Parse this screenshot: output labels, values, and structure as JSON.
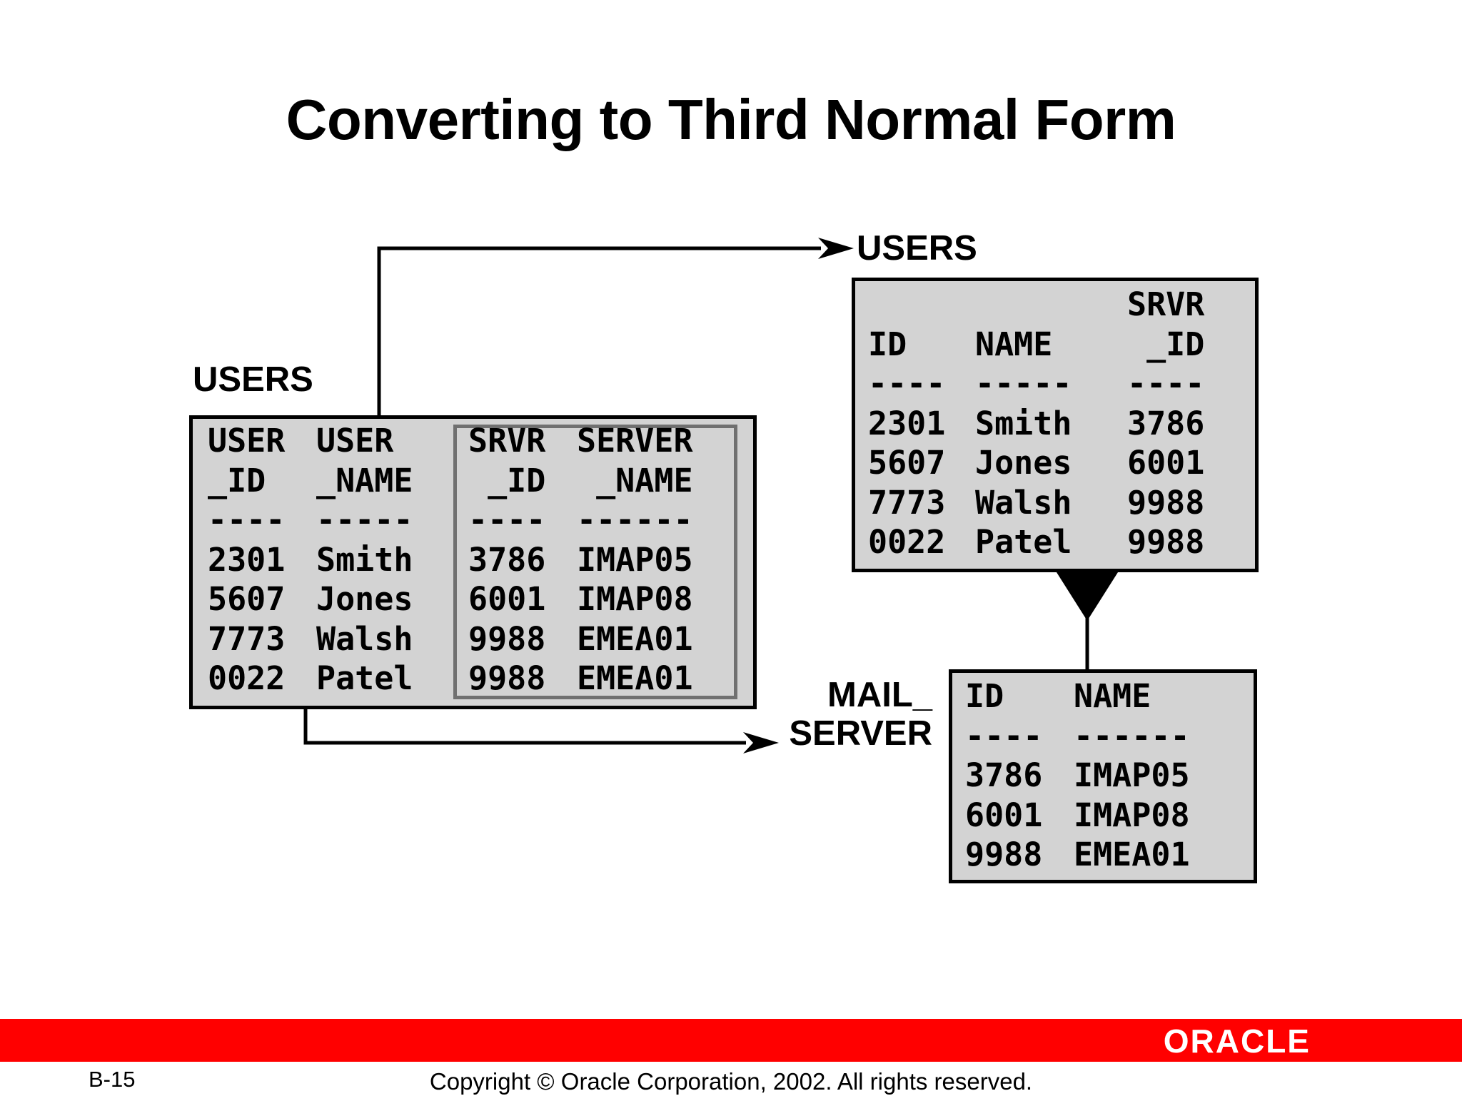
{
  "title": "Converting to Third Normal Form",
  "left_table": {
    "label": "USERS",
    "columns": [
      {
        "header": "USER\n_ID",
        "underline": "----",
        "values": [
          "2301",
          "5607",
          "7773",
          "0022"
        ]
      },
      {
        "header": "USER\n_NAME",
        "underline": "-----",
        "values": [
          "Smith",
          "Jones",
          "Walsh",
          "Patel"
        ]
      },
      {
        "header": "SRVR\n _ID",
        "underline": "----",
        "values": [
          "3786",
          "6001",
          "9988",
          "9988"
        ]
      },
      {
        "header": "SERVER\n _NAME",
        "underline": "------",
        "values": [
          "IMAP05",
          "IMAP08",
          "EMEA01",
          "EMEA01"
        ]
      }
    ]
  },
  "users_table": {
    "label": "USERS",
    "columns": [
      {
        "header": "\nID",
        "underline": "----",
        "values": [
          "2301",
          "5607",
          "7773",
          "0022"
        ]
      },
      {
        "header": "\nNAME",
        "underline": "-----",
        "values": [
          "Smith",
          "Jones",
          "Walsh",
          "Patel"
        ]
      },
      {
        "header": "SRVR\n _ID",
        "underline": "----",
        "values": [
          "3786",
          "6001",
          "9988",
          "9988"
        ]
      }
    ]
  },
  "mail_server_table": {
    "label": "MAIL_\nSERVER",
    "columns": [
      {
        "header": "ID",
        "underline": "----",
        "values": [
          "3786",
          "6001",
          "9988"
        ]
      },
      {
        "header": "NAME",
        "underline": "------",
        "values": [
          "IMAP05",
          "IMAP08",
          "EMEA01"
        ]
      }
    ]
  },
  "footer": {
    "logo": "ORACLE",
    "page": "B-15",
    "copyright": "Copyright © Oracle Corporation, 2002. All rights reserved."
  },
  "colors": {
    "table_fill": "#d3d3d3",
    "inner_border": "#707070",
    "bar": "#ff0000"
  }
}
